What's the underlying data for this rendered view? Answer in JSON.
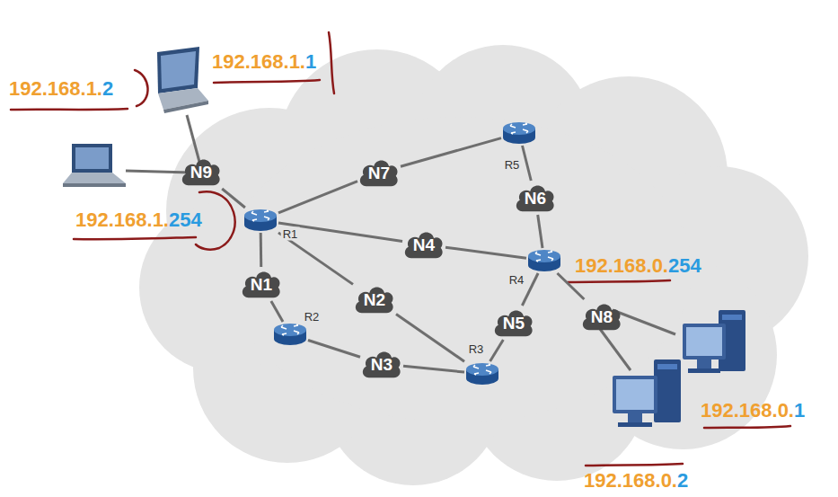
{
  "diagram": {
    "nodes": [
      {
        "text": [
          "N9"
        ]
      },
      {
        "text": [
          "R5"
        ]
      },
      {
        "text": [
          "N7"
        ]
      },
      {
        "text": [
          "N6"
        ]
      },
      {
        "text": [
          "R1"
        ]
      },
      {
        "text": [
          "N4"
        ]
      },
      {
        "text": [
          "R4"
        ]
      },
      {
        "text": [
          "N1"
        ]
      },
      {
        "text": [
          "N2"
        ]
      },
      {
        "text": [
          "R2"
        ]
      },
      {
        "text": [
          "N5"
        ]
      },
      {
        "text": [
          "N8"
        ]
      },
      {
        "text": [
          "N3"
        ]
      },
      {
        "text": [
          "R3"
        ]
      }
    ],
    "edges": [
      {
        "from": 0,
        "to": 4,
        "arrow": "none"
      },
      {
        "from": 4,
        "to": 2,
        "arrow": "none"
      },
      {
        "from": 2,
        "to": 1,
        "arrow": "none"
      },
      {
        "from": 1,
        "to": 3,
        "arrow": "none"
      },
      {
        "from": 3,
        "to": 6,
        "arrow": "none"
      },
      {
        "from": 4,
        "to": 5,
        "arrow": "none"
      },
      {
        "from": 5,
        "to": 6,
        "arrow": "none"
      },
      {
        "from": 4,
        "to": 7,
        "arrow": "none"
      },
      {
        "from": 7,
        "to": 9,
        "arrow": "none"
      },
      {
        "from": 9,
        "to": 12,
        "arrow": "none"
      },
      {
        "from": 12,
        "to": 13,
        "arrow": "none"
      },
      {
        "from": 4,
        "to": 8,
        "arrow": "none"
      },
      {
        "from": 8,
        "to": 13,
        "arrow": "none"
      },
      {
        "from": 13,
        "to": 10,
        "arrow": "none"
      },
      {
        "from": 10,
        "to": 6,
        "arrow": "none"
      },
      {
        "from": 6,
        "to": 11,
        "arrow": "none"
      }
    ],
    "labels": [
      "192.168.1.2",
      "192.168.1.1",
      "192.168.1.254",
      "192.168.0.254",
      "192.168.0.1",
      "192.168.0.2"
    ]
  }
}
